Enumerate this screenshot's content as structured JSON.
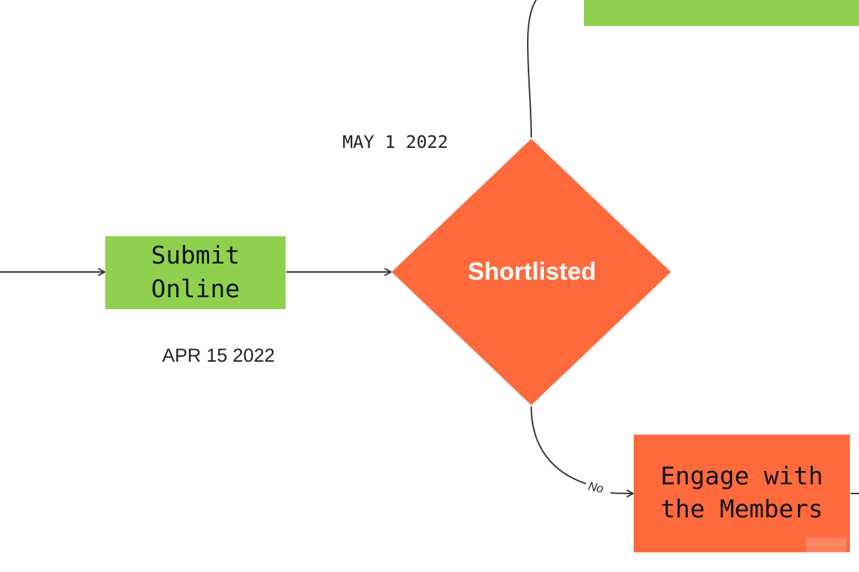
{
  "diagram": {
    "nodes": {
      "submit": {
        "label": "Submit\nOnline",
        "color": "#8fd14f"
      },
      "shortlisted": {
        "label": "Shortlisted",
        "color": "#ff6a3d"
      },
      "engage": {
        "label": "Engage with\nthe Members",
        "color": "#ff6a3d"
      },
      "top_bar": {
        "label": "",
        "color": "#8fd14f"
      }
    },
    "dates": {
      "may": "MAY 1 2022",
      "apr": "APR 15 2022"
    },
    "edges": {
      "no_label": "No"
    },
    "colors": {
      "line": "#333333",
      "background": "#ffffff"
    }
  }
}
